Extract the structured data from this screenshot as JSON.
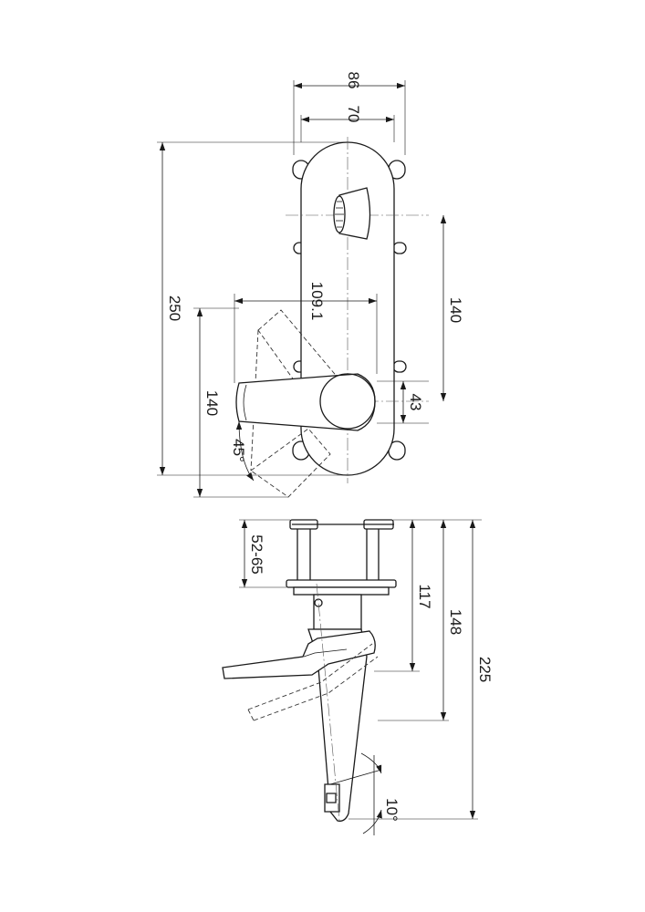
{
  "labels": {
    "width_overall": "86",
    "width_inner": "70",
    "height_overall": "250",
    "spout_reach": "109.1",
    "spacing_upper": "140",
    "spacing_left": "140",
    "lever_offset": "43",
    "lever_angle": "45°",
    "wall_depth": "52-65",
    "depth_117": "117",
    "depth_148": "148",
    "depth_225": "225",
    "spout_angle": "10°"
  }
}
